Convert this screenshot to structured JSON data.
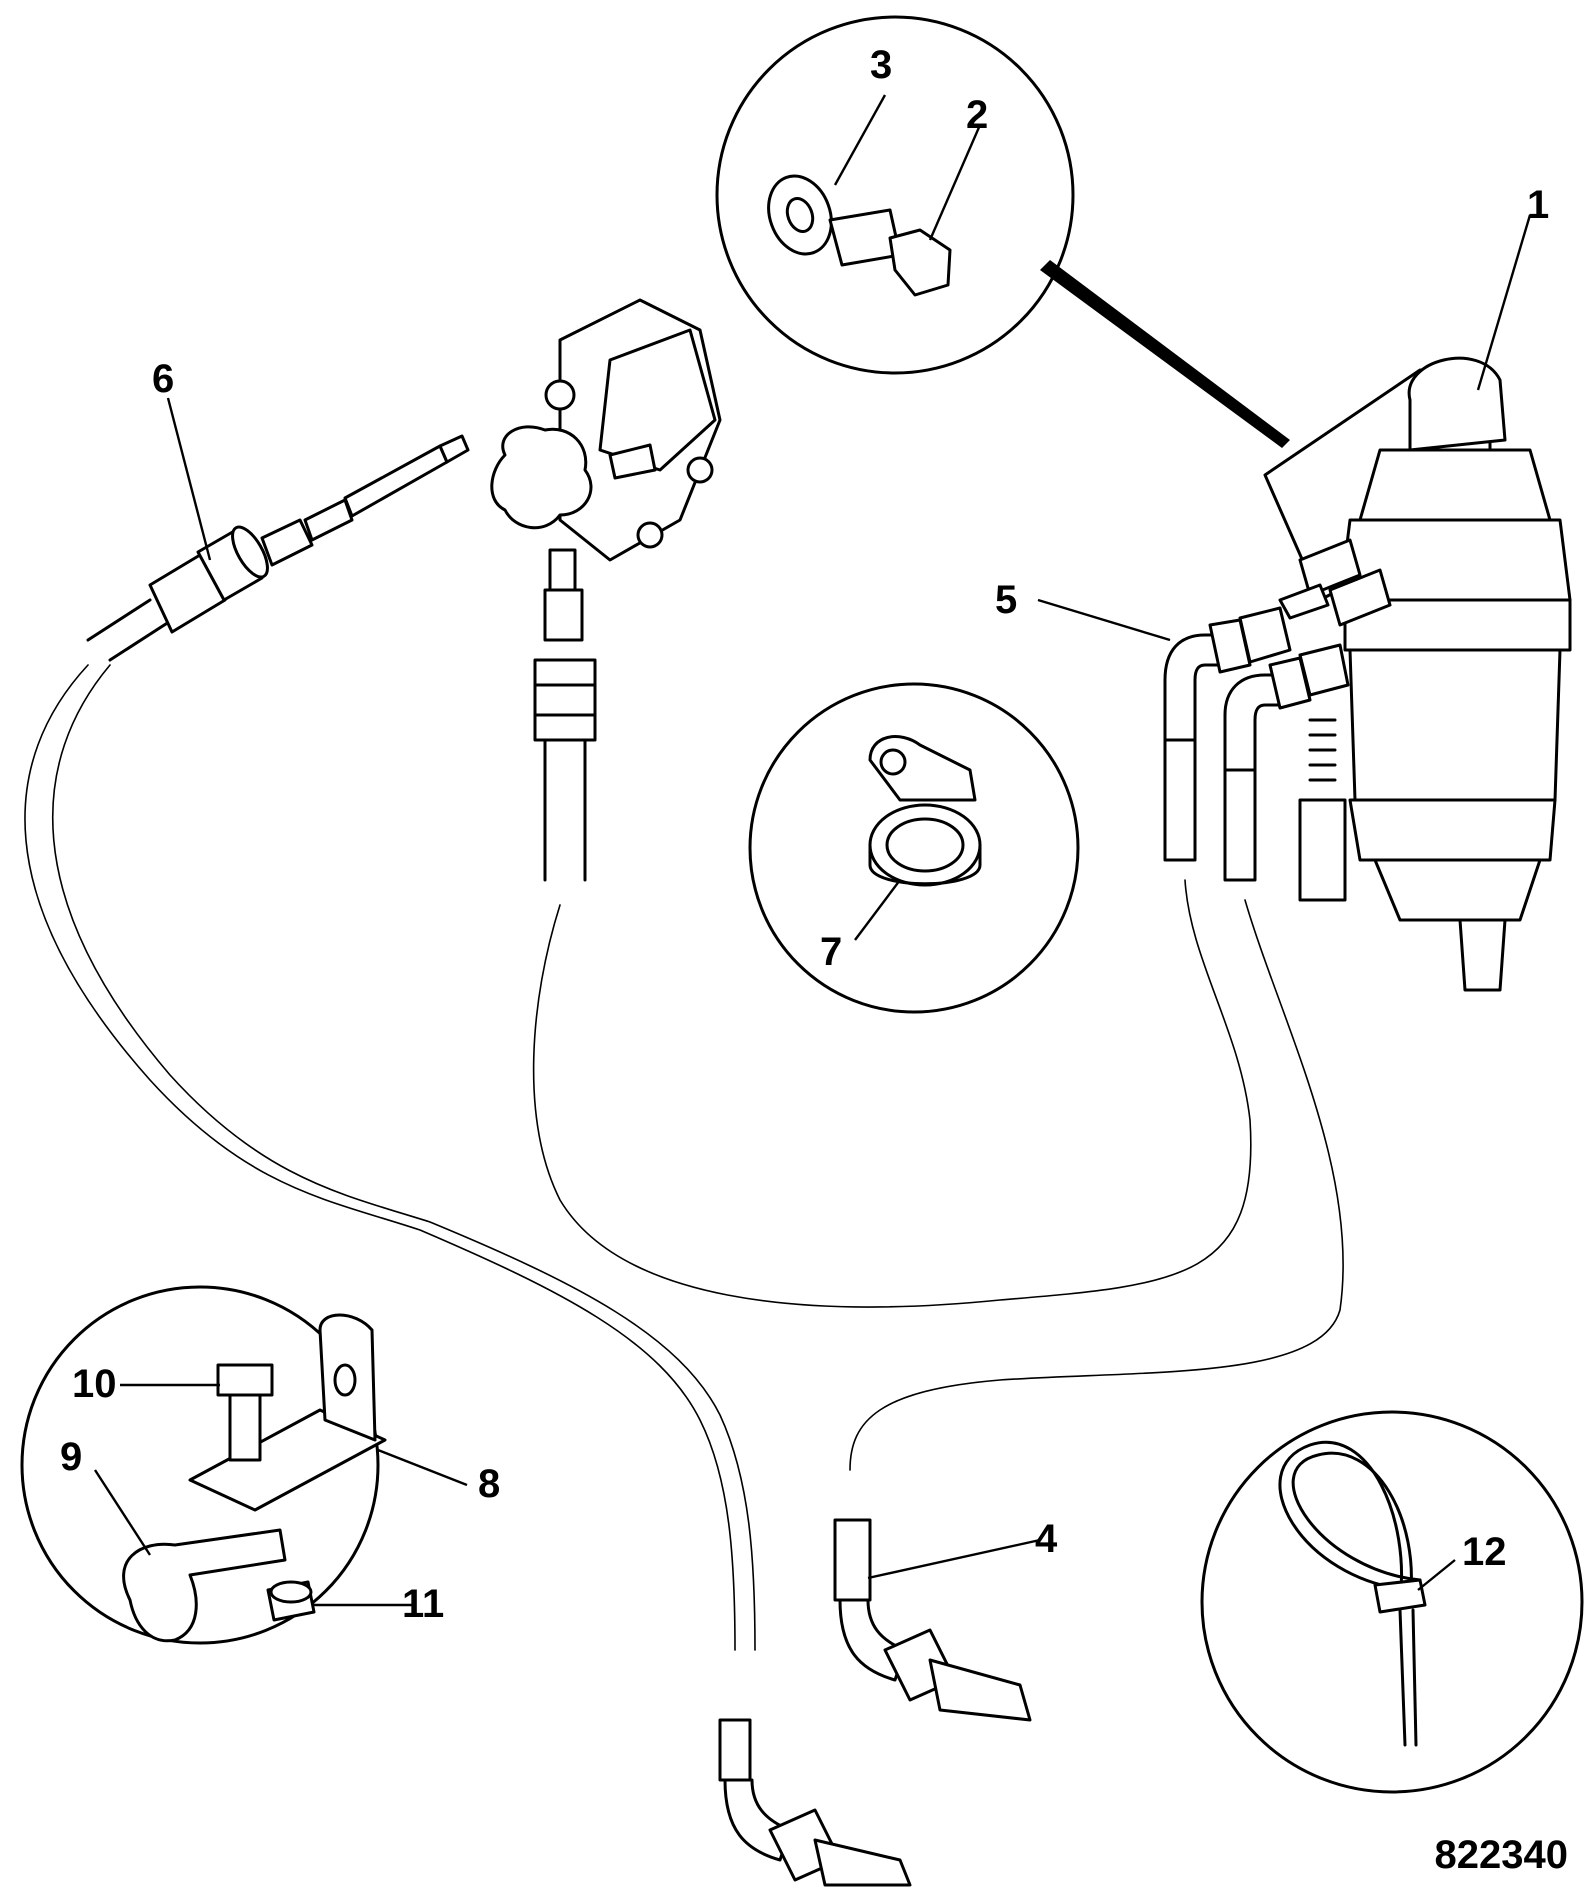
{
  "drawing_number": "822340",
  "callouts": [
    "1",
    "2",
    "3",
    "4",
    "5",
    "6",
    "7",
    "8",
    "9",
    "10",
    "11",
    "12"
  ],
  "colors": {
    "line": "#000000",
    "background": "#ffffff"
  }
}
